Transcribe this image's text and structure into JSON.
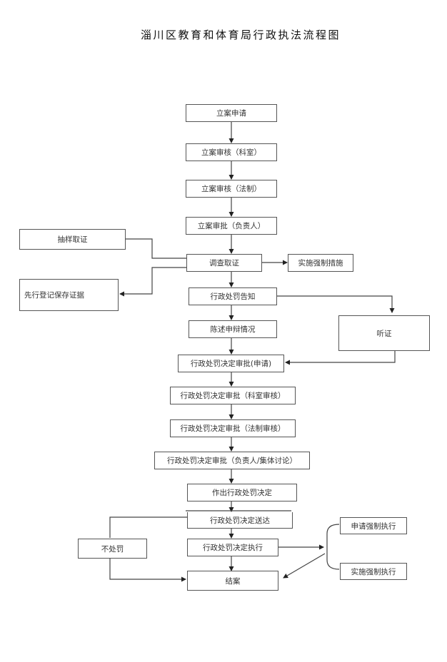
{
  "title": "淄川区教育和体育局行政执法流程图",
  "nodes": {
    "filing_application": "立案申请",
    "filing_review_section": "立案审核（科室）",
    "filing_review_legal": "立案审核（法制）",
    "filing_approval_head": "立案审批（负责人）",
    "sampling_evidence": "抽样取证",
    "investigation": "调查取证",
    "enforcement_measures": "实施强制措施",
    "preserve_evidence": "先行登记保存证据",
    "penalty_notice": "行政处罚告知",
    "statement_defense": "陈述申辩情况",
    "hearing": "听证",
    "decision_approval_apply": "行政处罚决定审批(申请)",
    "decision_approval_section": "行政处罚决定审批（科室审核）",
    "decision_approval_legal": "行政处罚决定审批（法制审核）",
    "decision_approval_head": "行政处罚决定审批（负责人/集体讨论）",
    "make_decision": "作出行政处罚决定",
    "no_penalty": "不处罚",
    "decision_delivery": "行政处罚决定送达",
    "decision_execution": "行政处罚决定执行",
    "apply_enforcement": "申请强制执行",
    "implement_enforcement": "实施强制执行",
    "case_closed": "结案"
  },
  "colors": {
    "line": "#444444",
    "border": "#555555",
    "text": "#333333"
  }
}
